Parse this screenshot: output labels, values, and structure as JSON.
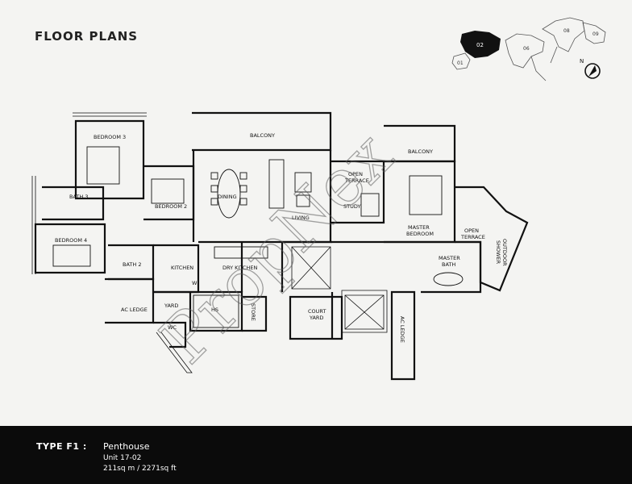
{
  "page": {
    "title": "FLOOR PLANS",
    "watermark": "PropNex"
  },
  "key_plan": {
    "blocks": [
      "01",
      "02",
      "06",
      "08",
      "09"
    ],
    "highlighted": "02",
    "north_label": "N"
  },
  "rooms": {
    "bedroom3": "BEDROOM 3",
    "bath3": "BATH 3",
    "bedroom2": "BEDROOM 2",
    "bedroom4": "BEDROOM 4",
    "bath2": "BATH 2",
    "kitchen": "KITCHEN",
    "w": "W",
    "dry_kitchen": "DRY KITCHEN",
    "balcony_top": "BALCONY",
    "dining": "DINING",
    "living": "LIVING",
    "open_terrace_1_line1": "OPEN",
    "open_terrace_1_line2": "TERRACE",
    "study": "STUDY",
    "balcony_right": "BALCONY",
    "master_bedroom_line1": "MASTER",
    "master_bedroom_line2": "BEDROOM",
    "open_terrace_2_line1": "OPEN",
    "open_terrace_2_line2": "TERRACE",
    "outdoor_shower_line1": "OUTDOOR",
    "outdoor_shower_line2": "SHOWER",
    "master_bath_line1": "MASTER",
    "master_bath_line2": "BATH",
    "ac_ledge_left": "AC LEDGE",
    "yard": "YARD",
    "hs": "HS",
    "store": "STORE",
    "wc": "WC",
    "court_yard_line1": "COURT",
    "court_yard_line2": "YARD",
    "ac_ledge_right": "AC LEDGE"
  },
  "footer": {
    "type_label": "TYPE F1 :",
    "type_name": "Penthouse",
    "unit": "Unit 17-02",
    "area": "211sq m / 2271sq ft"
  }
}
